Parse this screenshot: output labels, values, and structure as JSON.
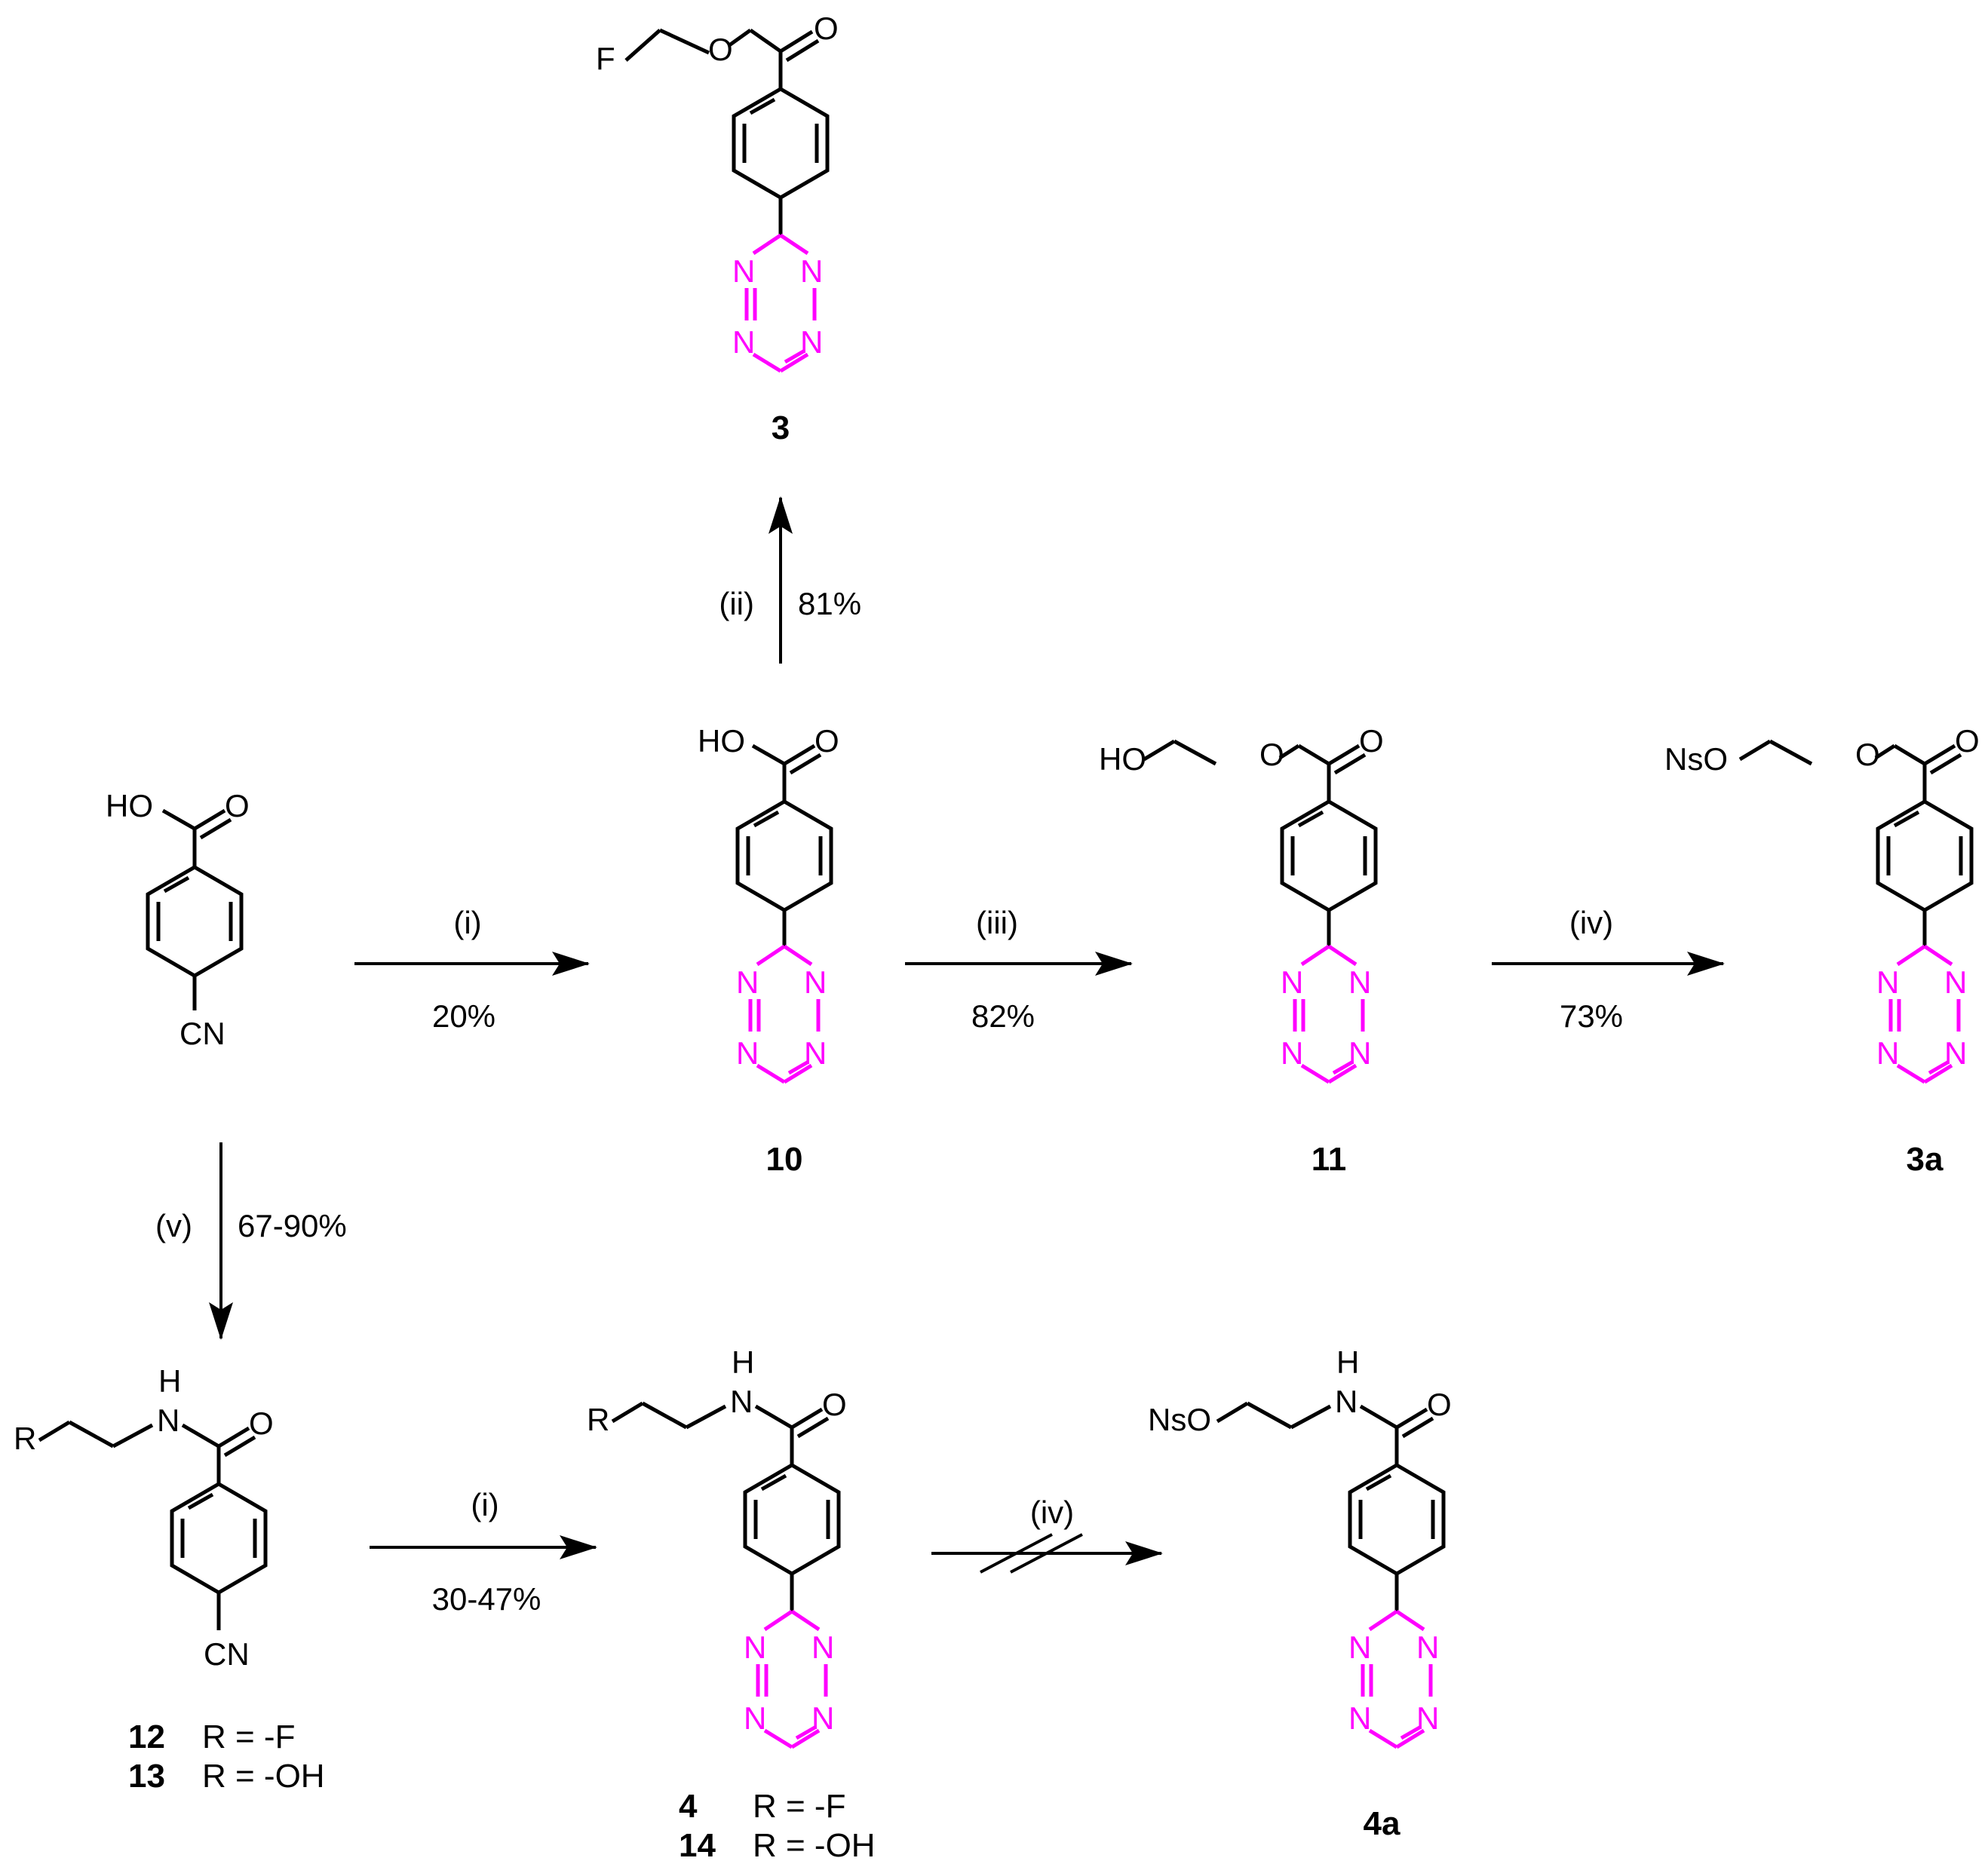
{
  "colors": {
    "bond": "#000000",
    "tetrazine": "#ff00ff"
  },
  "compounds": {
    "c3": {
      "label": "3",
      "r1": "F",
      "r1_link": "ester"
    },
    "c10": {
      "label": "10",
      "r1": "HO"
    },
    "c11": {
      "label": "11",
      "r1": "HO",
      "r1_link": "ester"
    },
    "c3a": {
      "label": "3a",
      "r1": "NsO",
      "r1_link": "ester"
    },
    "start": {
      "label": "",
      "r1": "HO",
      "bottom": "CN"
    },
    "c12": {
      "label": "12",
      "rdef": "R = -F",
      "r1": "R",
      "nh": "H",
      "bottom": "CN"
    },
    "c13": {
      "label": "13",
      "rdef": "R = -OH"
    },
    "c4": {
      "label": "4",
      "rdef": "R = -F",
      "r1": "R",
      "nh": "H"
    },
    "c14": {
      "label": "14",
      "rdef": "R = -OH"
    },
    "c4a": {
      "label": "4a",
      "r1": "NsO",
      "nh": "H"
    }
  },
  "atoms": {
    "O": "O",
    "N": "N",
    "Nlink": "N"
  },
  "arrows": {
    "a_ii": {
      "reagent": "(ii)",
      "yield": "81%"
    },
    "a_i1": {
      "reagent": "(i)",
      "yield": "20%"
    },
    "a_iii": {
      "reagent": "(iii)",
      "yield": "82%"
    },
    "a_iv1": {
      "reagent": "(iv)",
      "yield": "73%"
    },
    "a_v": {
      "reagent": "(v)",
      "yield": "67-90%"
    },
    "a_i2": {
      "reagent": "(i)",
      "yield": "30-47%"
    },
    "a_iv2": {
      "reagent": "(iv)",
      "blocked": true
    }
  }
}
